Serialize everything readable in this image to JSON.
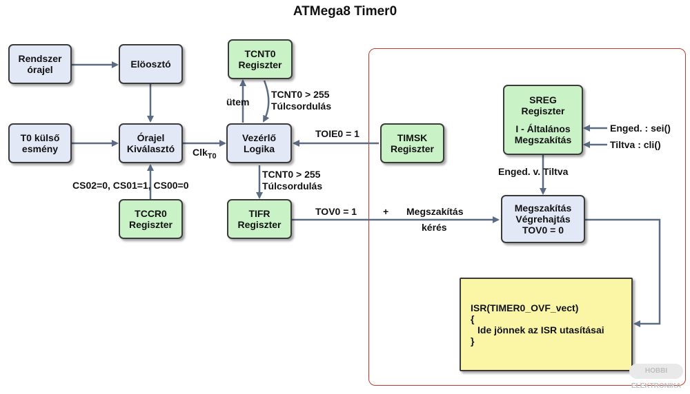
{
  "title": "ATMega8 Timer0",
  "boxes": {
    "rendszer": [
      "Rendszer",
      "órajel"
    ],
    "eloszto": "Elöosztó",
    "t0kulso": [
      "T0 külső",
      "esmény"
    ],
    "orajel": [
      "Órajel",
      "Kiválasztó"
    ],
    "tccr0": [
      "TCCR0",
      "Regiszter"
    ],
    "tcnt0": [
      "TCNT0",
      "Regiszter"
    ],
    "vezerlo": [
      "Vezérlő",
      "Logika"
    ],
    "tifr": [
      "TIFR",
      "Regiszter"
    ],
    "timsk": [
      "TIMSK",
      "Regiszter"
    ],
    "sreg": [
      "SREG",
      "Regiszter",
      "I - Általános",
      "Megszakítás"
    ],
    "megszakitas": [
      "Megszakítás",
      "Végrehajtás",
      "TOV0 = 0"
    ],
    "isr": [
      "ISR(TIMER0_OVF_vect)",
      "{",
      "Ide jönnek az ISR utasításai",
      "}"
    ]
  },
  "labels": {
    "cs": "CS02=0, CS01=1, CS00=0",
    "clk": "Clk",
    "clk_sub": "T0",
    "utem": "ütem",
    "tcnt_up_1": "TCNT0 > 255",
    "tcnt_up_2": "Túlcsordulás",
    "tcnt_down_1": "TCNT0 > 255",
    "tcnt_down_2": "Túlcsordulás",
    "toie": "TOIE0 = 1",
    "tov": "TOV0 = 1",
    "plus": "+",
    "megszak_keres_1": "Megszakítás",
    "megszak_keres_2": "kérés",
    "enged_sei": "Enged. : sei()",
    "tiltva_cli": "Tiltva : cli()",
    "enged_tiltva": "Enged. v. Tiltva"
  },
  "watermark": "HOBBI ELEKTRONIKA",
  "colors": {
    "system_box": "#e3e8f7",
    "register_box": "#c9f2c7",
    "isr_box": "#fbf6a6",
    "arrow": "#5a6b82",
    "region_border": "#c0392b"
  }
}
